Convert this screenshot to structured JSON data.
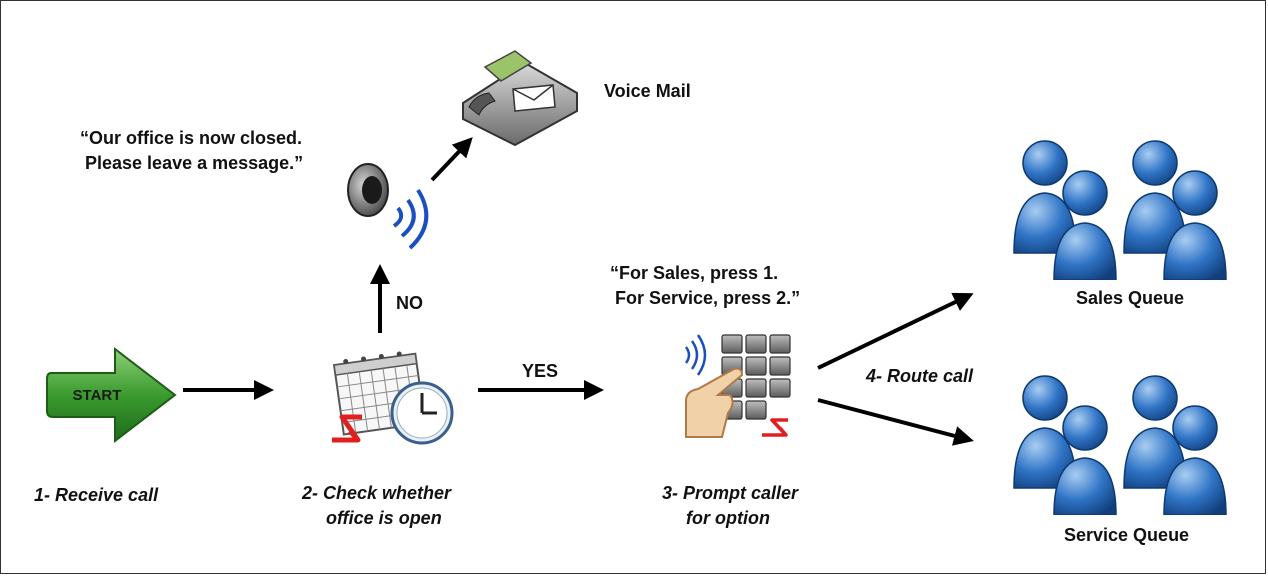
{
  "nodes": {
    "start": {
      "label": "START",
      "caption": "1- Receive call"
    },
    "check": {
      "caption_line1": "2- Check whether",
      "caption_line2": "office is open"
    },
    "voicemail": {
      "label": "Voice Mail"
    },
    "closed_msg": {
      "line1": "“Our office is now closed.",
      "line2": " Please leave a message.”"
    },
    "prompt": {
      "line1": "“For Sales, press 1.",
      "line2": " For Service, press 2.”",
      "caption_line1": "3- Prompt caller",
      "caption_line2": "  for option"
    },
    "sales_queue": {
      "label": "Sales Queue"
    },
    "service_queue": {
      "label": "Service Queue"
    }
  },
  "edges": {
    "no_label": "NO",
    "yes_label": "YES",
    "route_label": "4- Route call"
  },
  "colors": {
    "start_green": "#3a9b2e",
    "people_blue": "#1d5fb0",
    "speaker_wave": "#1a4fc0",
    "red_accent": "#e02020"
  },
  "icons": [
    "start-arrow-icon",
    "calendar-clock-icon",
    "speaker-icon",
    "fax-phone-icon",
    "keypad-icon",
    "people-group-icon"
  ]
}
